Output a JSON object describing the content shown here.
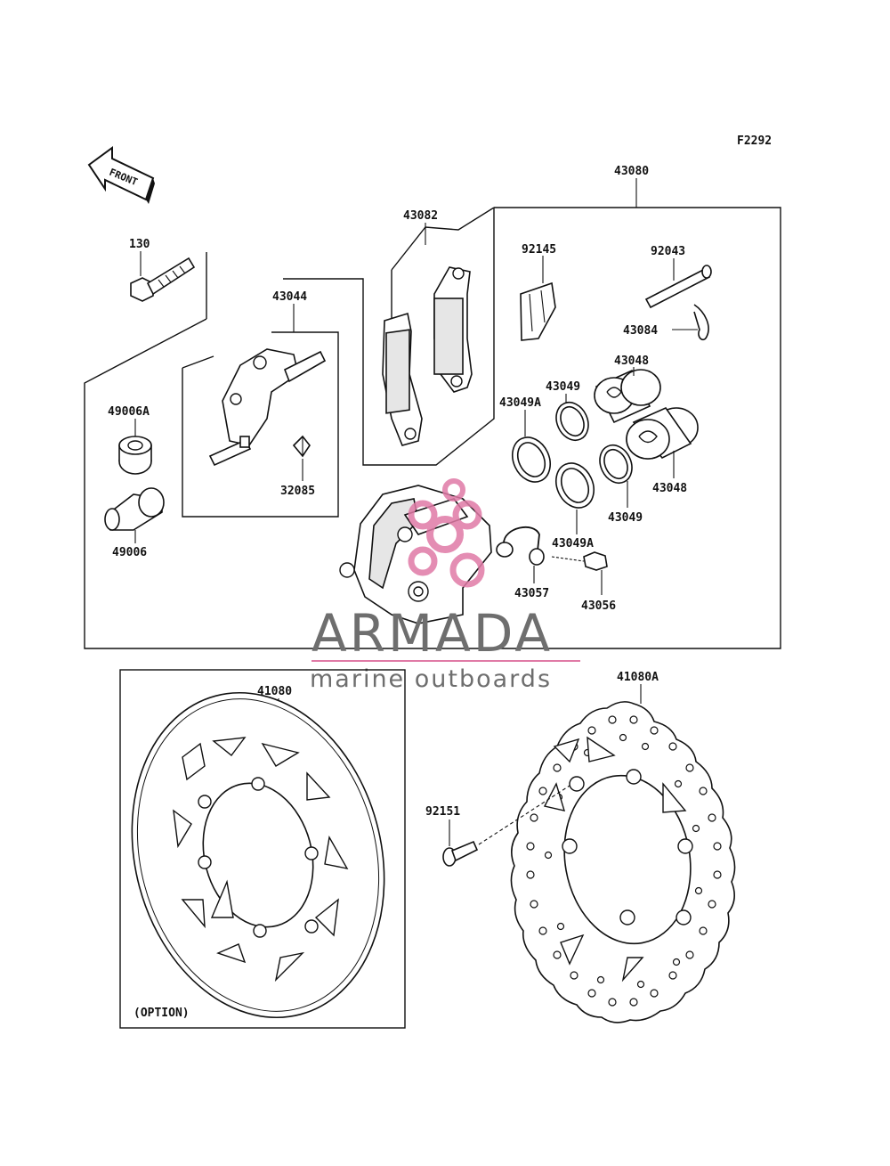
{
  "figure_code": "F2292",
  "front_label": "FRONT",
  "option_label": "(OPTION)",
  "watermark": {
    "title": "ARMADA",
    "subtitle": "marine outboards",
    "accent_color": "#e07aa6",
    "text_color": "#6e6e6e"
  },
  "parts": {
    "p130": "130",
    "p43044": "43044",
    "p43082": "43082",
    "p43080": "43080",
    "p92145": "92145",
    "p92043": "92043",
    "p43084": "43084",
    "p43048a": "43048",
    "p43049a": "43049",
    "p43049Aa": "43049A",
    "p43048b": "43048",
    "p43049b": "43049",
    "p43049Ab": "43049A",
    "p49006A": "49006A",
    "p49006": "49006",
    "p32085": "32085",
    "p43057": "43057",
    "p43056": "43056",
    "p41080": "41080",
    "p41080A": "41080A",
    "p92151": "92151"
  }
}
